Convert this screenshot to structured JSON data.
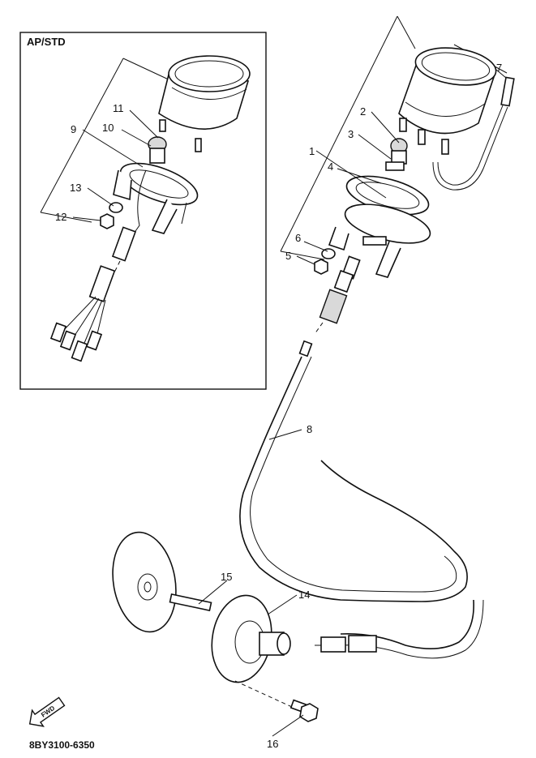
{
  "inset": {
    "title": "AP/STD"
  },
  "callouts": [
    {
      "id": "c1",
      "text": "1"
    },
    {
      "id": "c2",
      "text": "2"
    },
    {
      "id": "c3",
      "text": "3"
    },
    {
      "id": "c4",
      "text": "4"
    },
    {
      "id": "c5",
      "text": "5"
    },
    {
      "id": "c6",
      "text": "6"
    },
    {
      "id": "c7",
      "text": "7"
    },
    {
      "id": "c8",
      "text": "8"
    },
    {
      "id": "c9",
      "text": "9"
    },
    {
      "id": "c10",
      "text": "10"
    },
    {
      "id": "c11",
      "text": "11"
    },
    {
      "id": "c12",
      "text": "12"
    },
    {
      "id": "c13",
      "text": "13"
    },
    {
      "id": "c14",
      "text": "14"
    },
    {
      "id": "c15",
      "text": "15"
    },
    {
      "id": "c16",
      "text": "16"
    }
  ],
  "fwd_badge": "FWD",
  "diagram_code": "8BY3100-6350"
}
